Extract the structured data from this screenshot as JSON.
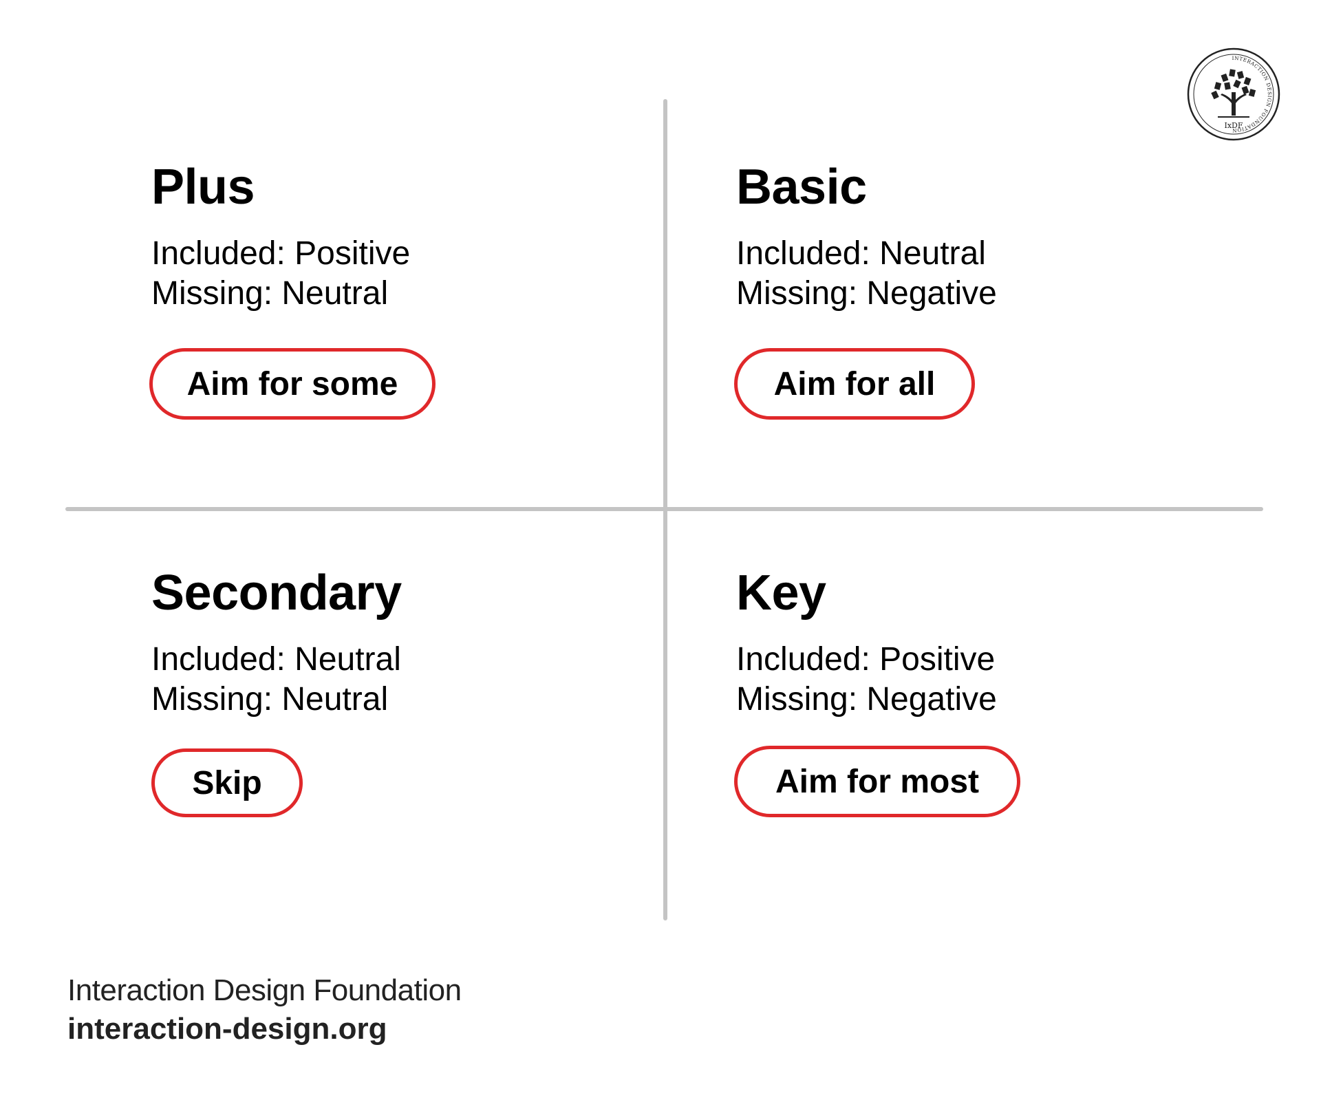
{
  "quadrants": {
    "plus": {
      "title": "Plus",
      "included": "Included: Positive",
      "missing": "Missing: Neutral",
      "action": "Aim for some"
    },
    "basic": {
      "title": "Basic",
      "included": "Included: Neutral",
      "missing": "Missing: Negative",
      "action": "Aim for all"
    },
    "secondary": {
      "title": "Secondary",
      "included": "Included: Neutral",
      "missing": "Missing: Neutral",
      "action": "Skip"
    },
    "key": {
      "title": "Key",
      "included": "Included: Positive",
      "missing": "Missing: Negative",
      "action": "Aim for most"
    }
  },
  "footer": {
    "name": "Interaction Design Foundation",
    "url": "interaction-design.org"
  },
  "logo": {
    "ring_text": "INTERACTION DESIGN FOUNDATION",
    "monogram": "IxDF",
    "icon": "tree-of-books-icon"
  },
  "colors": {
    "accent": "#e0282a",
    "axis": "#c4c4c4",
    "text": "#000000",
    "footer_text": "#222222",
    "background": "#ffffff"
  }
}
